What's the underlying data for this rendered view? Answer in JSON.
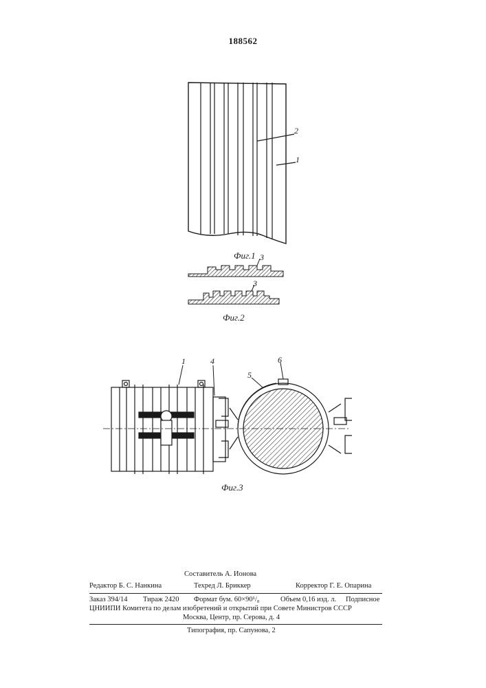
{
  "patent_number": "188562",
  "figures": {
    "fig1": {
      "caption": "Фиг.1",
      "labels": [
        "2",
        "1"
      ]
    },
    "fig2": {
      "caption": "Фиг.2",
      "labels": [
        "3",
        "3"
      ]
    },
    "fig3": {
      "caption": "Фиг.3",
      "labels": [
        "1",
        "4",
        "5",
        "6"
      ]
    }
  },
  "imprint": {
    "compiler": "Составитель А. Ионова",
    "editor": "Редактор Б. С. Нанкина",
    "techred": "Техред Л. Бриккер",
    "corrector": "Корректор Г. Е. Опарина",
    "order": "Заказ 394/14",
    "circulation": "Тираж 2420",
    "format": "Формат бум. 60×90¹/₈",
    "volume": "Объем 0,16 изд. л.",
    "subscription": "Подписное",
    "institute": "ЦНИИПИ Комитета по делам изобретений и открытий при Совете Министров СССР",
    "address": "Москва, Центр, пр. Серова, д. 4",
    "printing": "Типография, пр. Сапунова, 2"
  }
}
